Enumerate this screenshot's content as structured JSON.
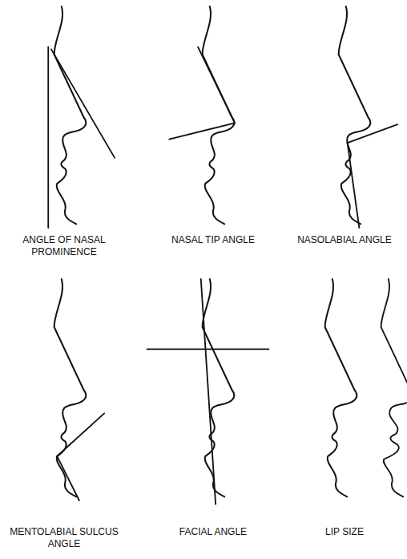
{
  "diagram": {
    "labels": [
      "ANGLE OF NASAL PROMINENCE",
      "NASAL TIP ANGLE",
      "NASOLABIAL ANGLE",
      "MENTOLABIAL SULCUS ANGLE",
      "FACIAL ANGLE",
      "LIP SIZE"
    ]
  }
}
